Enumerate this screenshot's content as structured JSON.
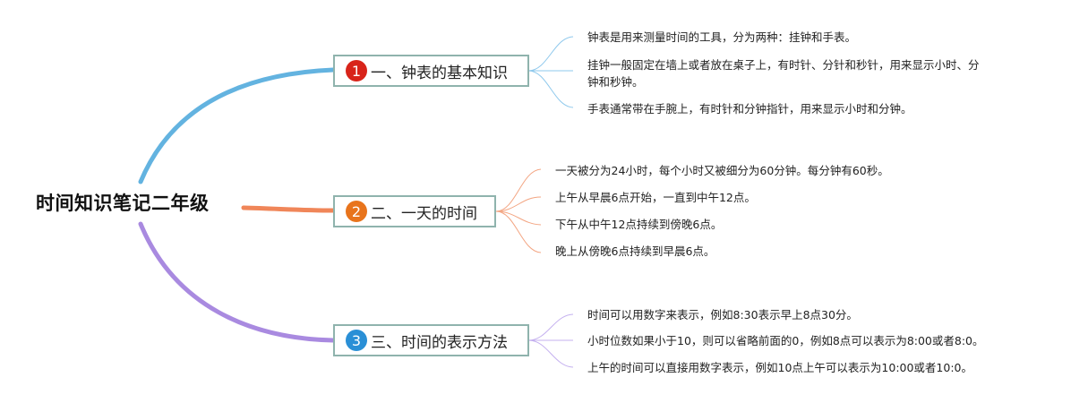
{
  "root": {
    "title": "时间知识笔记二年级"
  },
  "colors": {
    "branch1": "#63b3e0",
    "branch2": "#f08659",
    "branch3": "#a98ae0",
    "badge1": "#d8241a",
    "badge2": "#e8741c",
    "badge3": "#2a8fd6",
    "box_border": "#8fb3ad"
  },
  "branches": [
    {
      "number": "1",
      "label": "一、钟表的基本知识",
      "items": [
        "钟表是用来测量时间的工具，分为两种：挂钟和手表。",
        "挂钟一般固定在墙上或者放在桌子上，有时针、分针和秒针，用来显示小时、分",
        "钟和秒钟。",
        "手表通常带在手腕上，有时针和分钟指针，用来显示小时和分钟。"
      ]
    },
    {
      "number": "2",
      "label": "二、一天的时间",
      "items": [
        "一天被分为24小时，每个小时又被细分为60分钟。每分钟有60秒。",
        "上午从早晨6点开始，一直到中午12点。",
        "下午从中午12点持续到傍晚6点。",
        "晚上从傍晚6点持续到早晨6点。"
      ]
    },
    {
      "number": "3",
      "label": "三、时间的表示方法",
      "items": [
        "时间可以用数字来表示，例如8:30表示早上8点30分。",
        "小时位数如果小于10，则可以省略前面的0，例如8点可以表示为8:00或者8:0。",
        "上午的时间可以直接用数字表示，例如10点上午可以表示为10:00或者10:0。"
      ]
    }
  ]
}
